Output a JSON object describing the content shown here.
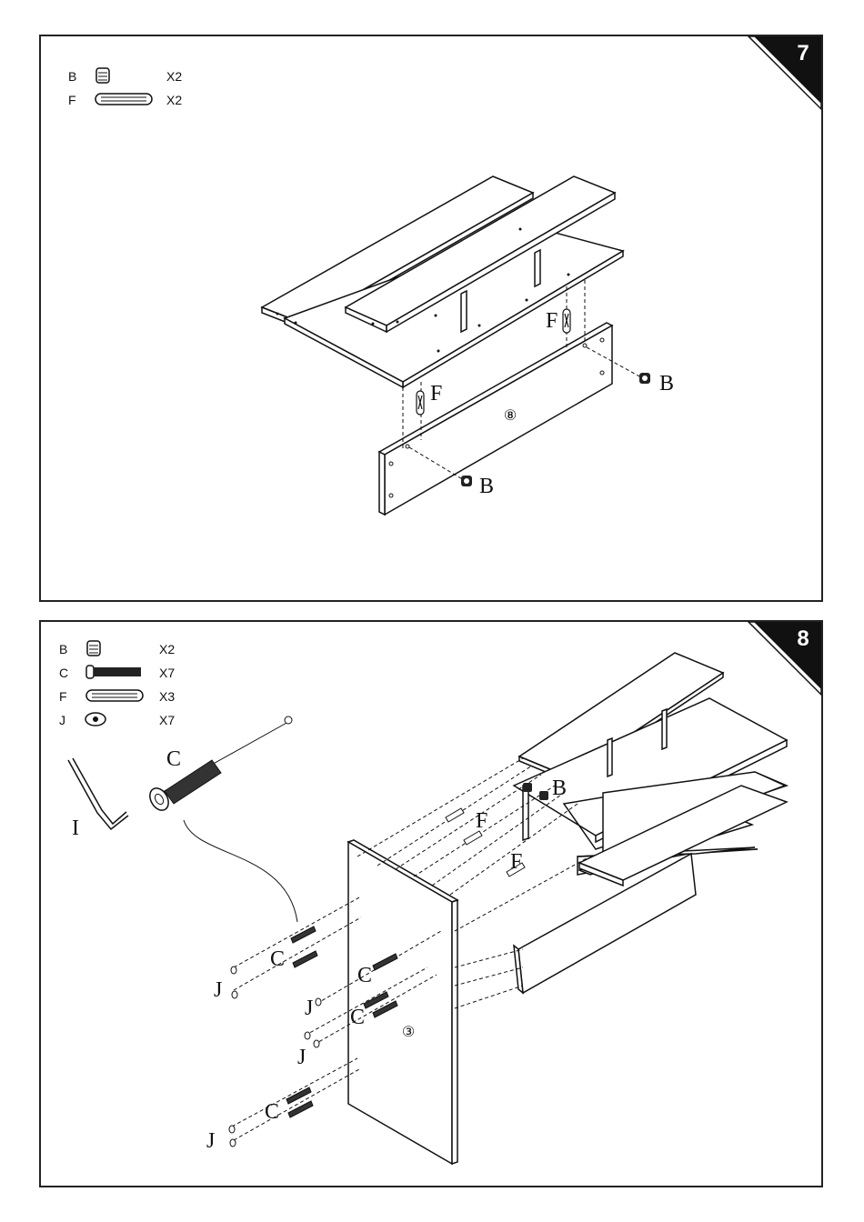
{
  "step7": {
    "number": "7",
    "parts": [
      {
        "letter": "B",
        "icon": "cam-lock-icon",
        "qty": "X2"
      },
      {
        "letter": "F",
        "icon": "wood-dowel-icon",
        "qty": "X2"
      }
    ],
    "labels": {
      "f1": "F",
      "f2": "F",
      "b1": "B",
      "b2": "B"
    },
    "panel_no": "⑧"
  },
  "step8": {
    "number": "8",
    "parts": [
      {
        "letter": "B",
        "icon": "cam-lock-icon",
        "qty": "X2"
      },
      {
        "letter": "C",
        "icon": "cam-bolt-icon",
        "qty": "X7"
      },
      {
        "letter": "F",
        "icon": "wood-dowel-icon",
        "qty": "X3"
      },
      {
        "letter": "J",
        "icon": "cover-cap-icon",
        "qty": "X7"
      }
    ],
    "labels": {
      "c_zoom": "C",
      "i_tool": "I",
      "b": "B",
      "f1": "F",
      "f2": "F",
      "c1": "C",
      "c2": "C",
      "c3": "C",
      "c4": "C",
      "j1": "J",
      "j2": "J",
      "j3": "J",
      "j4": "J"
    },
    "panel_no": "③"
  },
  "colors": {
    "ink": "#111111",
    "panel_fill": "#ffffff",
    "badge": "#111111"
  }
}
